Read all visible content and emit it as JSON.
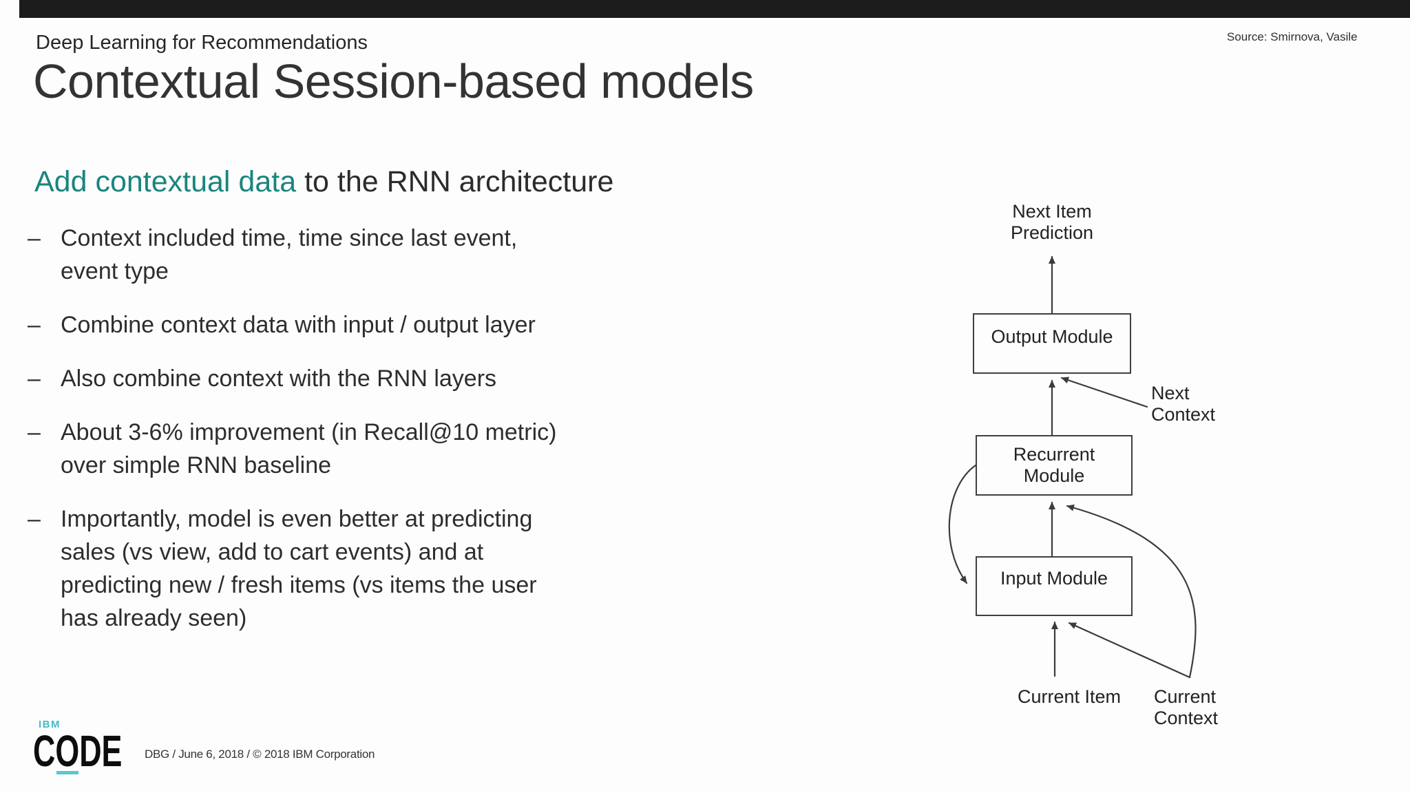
{
  "header": {
    "eyebrow": "Deep Learning for Recommendations",
    "title": "Contextual Session-based models",
    "source": "Source: Smirnova, Vasile"
  },
  "content": {
    "heading": {
      "highlight": "Add contextual data",
      "rest": " to the RNN architecture"
    },
    "bullet_marker": "–",
    "bullets": [
      "Context included time, time since last event,\nevent type",
      "Combine context data with input / output layer",
      "Also combine context with the RNN layers",
      "About 3-6% improvement (in Recall@10 metric)\nover simple RNN baseline",
      "Importantly, model is even better at predicting\nsales (vs view, add to cart events) and at\npredicting new / fresh items (vs items the user\nhas already seen)"
    ]
  },
  "diagram": {
    "boxes": {
      "output": "Output Module",
      "recurrent": "Recurrent\nModule",
      "input": "Input Module"
    },
    "labels": {
      "next_item": "Next Item\nPrediction",
      "next_context": "Next\nContext",
      "current_item": "Current Item",
      "current_context": "Current\nContext"
    }
  },
  "footer": {
    "logo_top": "IBM",
    "logo_main": "CODE",
    "text": "DBG / June 6, 2018 / © 2018 IBM Corporation"
  },
  "colors": {
    "accent_teal": "#19857d",
    "logo_teal": "#46bbc6",
    "logo_underline": "#58c8d2",
    "text_dark": "#2d2d2d",
    "diagram_line": "#3b3b3b"
  }
}
